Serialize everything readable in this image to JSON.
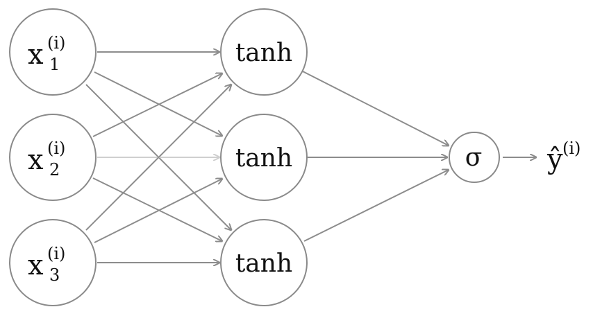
{
  "inputs": [
    {
      "var": "x",
      "sub": "1",
      "sup": "(i)"
    },
    {
      "var": "x",
      "sub": "2",
      "sup": "(i)"
    },
    {
      "var": "x",
      "sub": "3",
      "sup": "(i)"
    }
  ],
  "hidden": [
    {
      "label": "tanh"
    },
    {
      "label": "tanh"
    },
    {
      "label": "tanh"
    }
  ],
  "output_node": {
    "label": "σ"
  },
  "prediction": {
    "var": "ŷ",
    "sup": "(i)"
  },
  "colors": {
    "node_stroke": "#8a8a8a",
    "edge": "#8c8c8c",
    "edge_highlight": "#cfcfcf",
    "text": "#111111"
  }
}
